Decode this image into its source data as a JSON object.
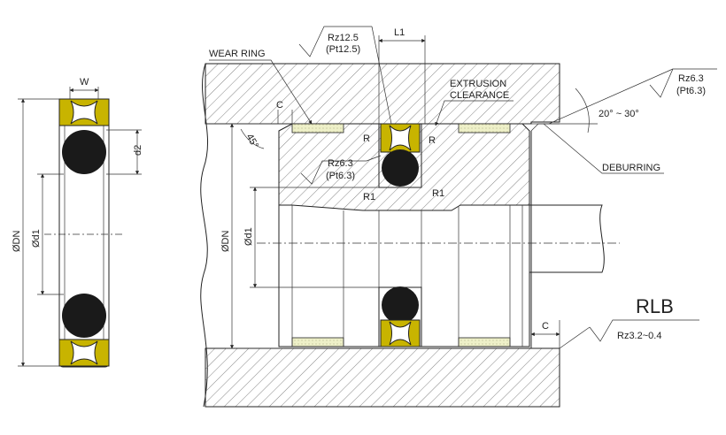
{
  "labels": {
    "w": "W",
    "d2": "d2",
    "dn_left": "ØDN",
    "d1_left": "Ød1",
    "dn_main": "ØDN",
    "d1_main": "Ød1",
    "wear_ring": "WEAR RING",
    "rz125": "Rz12.5",
    "pt125": "(Pt12.5)",
    "l1": "L1",
    "extrusion_1": "EXTRUSION",
    "extrusion_2": "CLEARANCE",
    "rz63_top": "Rz6.3",
    "pt63_top": "(Pt6.3)",
    "angle": "20° ~ 30°",
    "deburring": "DEBURRING",
    "c_top": "C",
    "angle45": "45°",
    "r_1": "R",
    "r_2": "R",
    "rz63_mid": "Rz6.3",
    "pt63_mid": "(Pt6.3)",
    "r1_a": "R1",
    "r1_b": "R1",
    "c_bottom": "C",
    "rlb": "RLB",
    "rz_bottom": "Rz3.2~0.4"
  },
  "colors": {
    "seal_yellow": "#c8b400",
    "oring_black": "#1a1a1a",
    "wear_ring_fill": "#eef0c8",
    "hatch": "#555555"
  }
}
